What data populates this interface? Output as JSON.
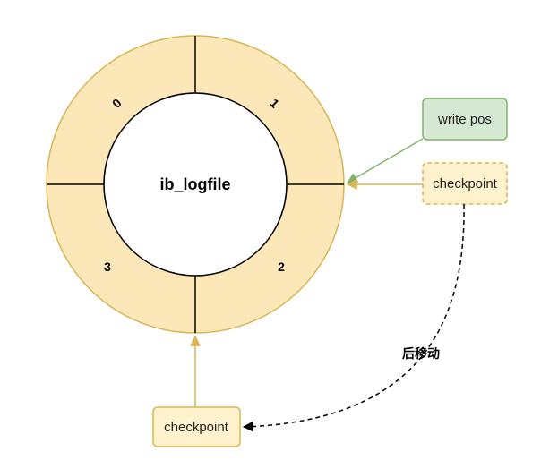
{
  "diagram": {
    "center_label": "ib_logfile",
    "segments": [
      "0",
      "1",
      "2",
      "3"
    ],
    "write_pos_label": "write pos",
    "checkpoint_label": "checkpoint",
    "new_checkpoint_label": "checkpoint",
    "move_label": "后移动"
  },
  "colors": {
    "ring_fill": "#fbe7b8",
    "ring_stroke": "#d6b656",
    "write_pos_fill": "#d5e8d4",
    "write_pos_stroke": "#82b366",
    "checkpoint_fill": "#fff2cc",
    "checkpoint_stroke": "#d6b656",
    "divider": "#000000"
  }
}
